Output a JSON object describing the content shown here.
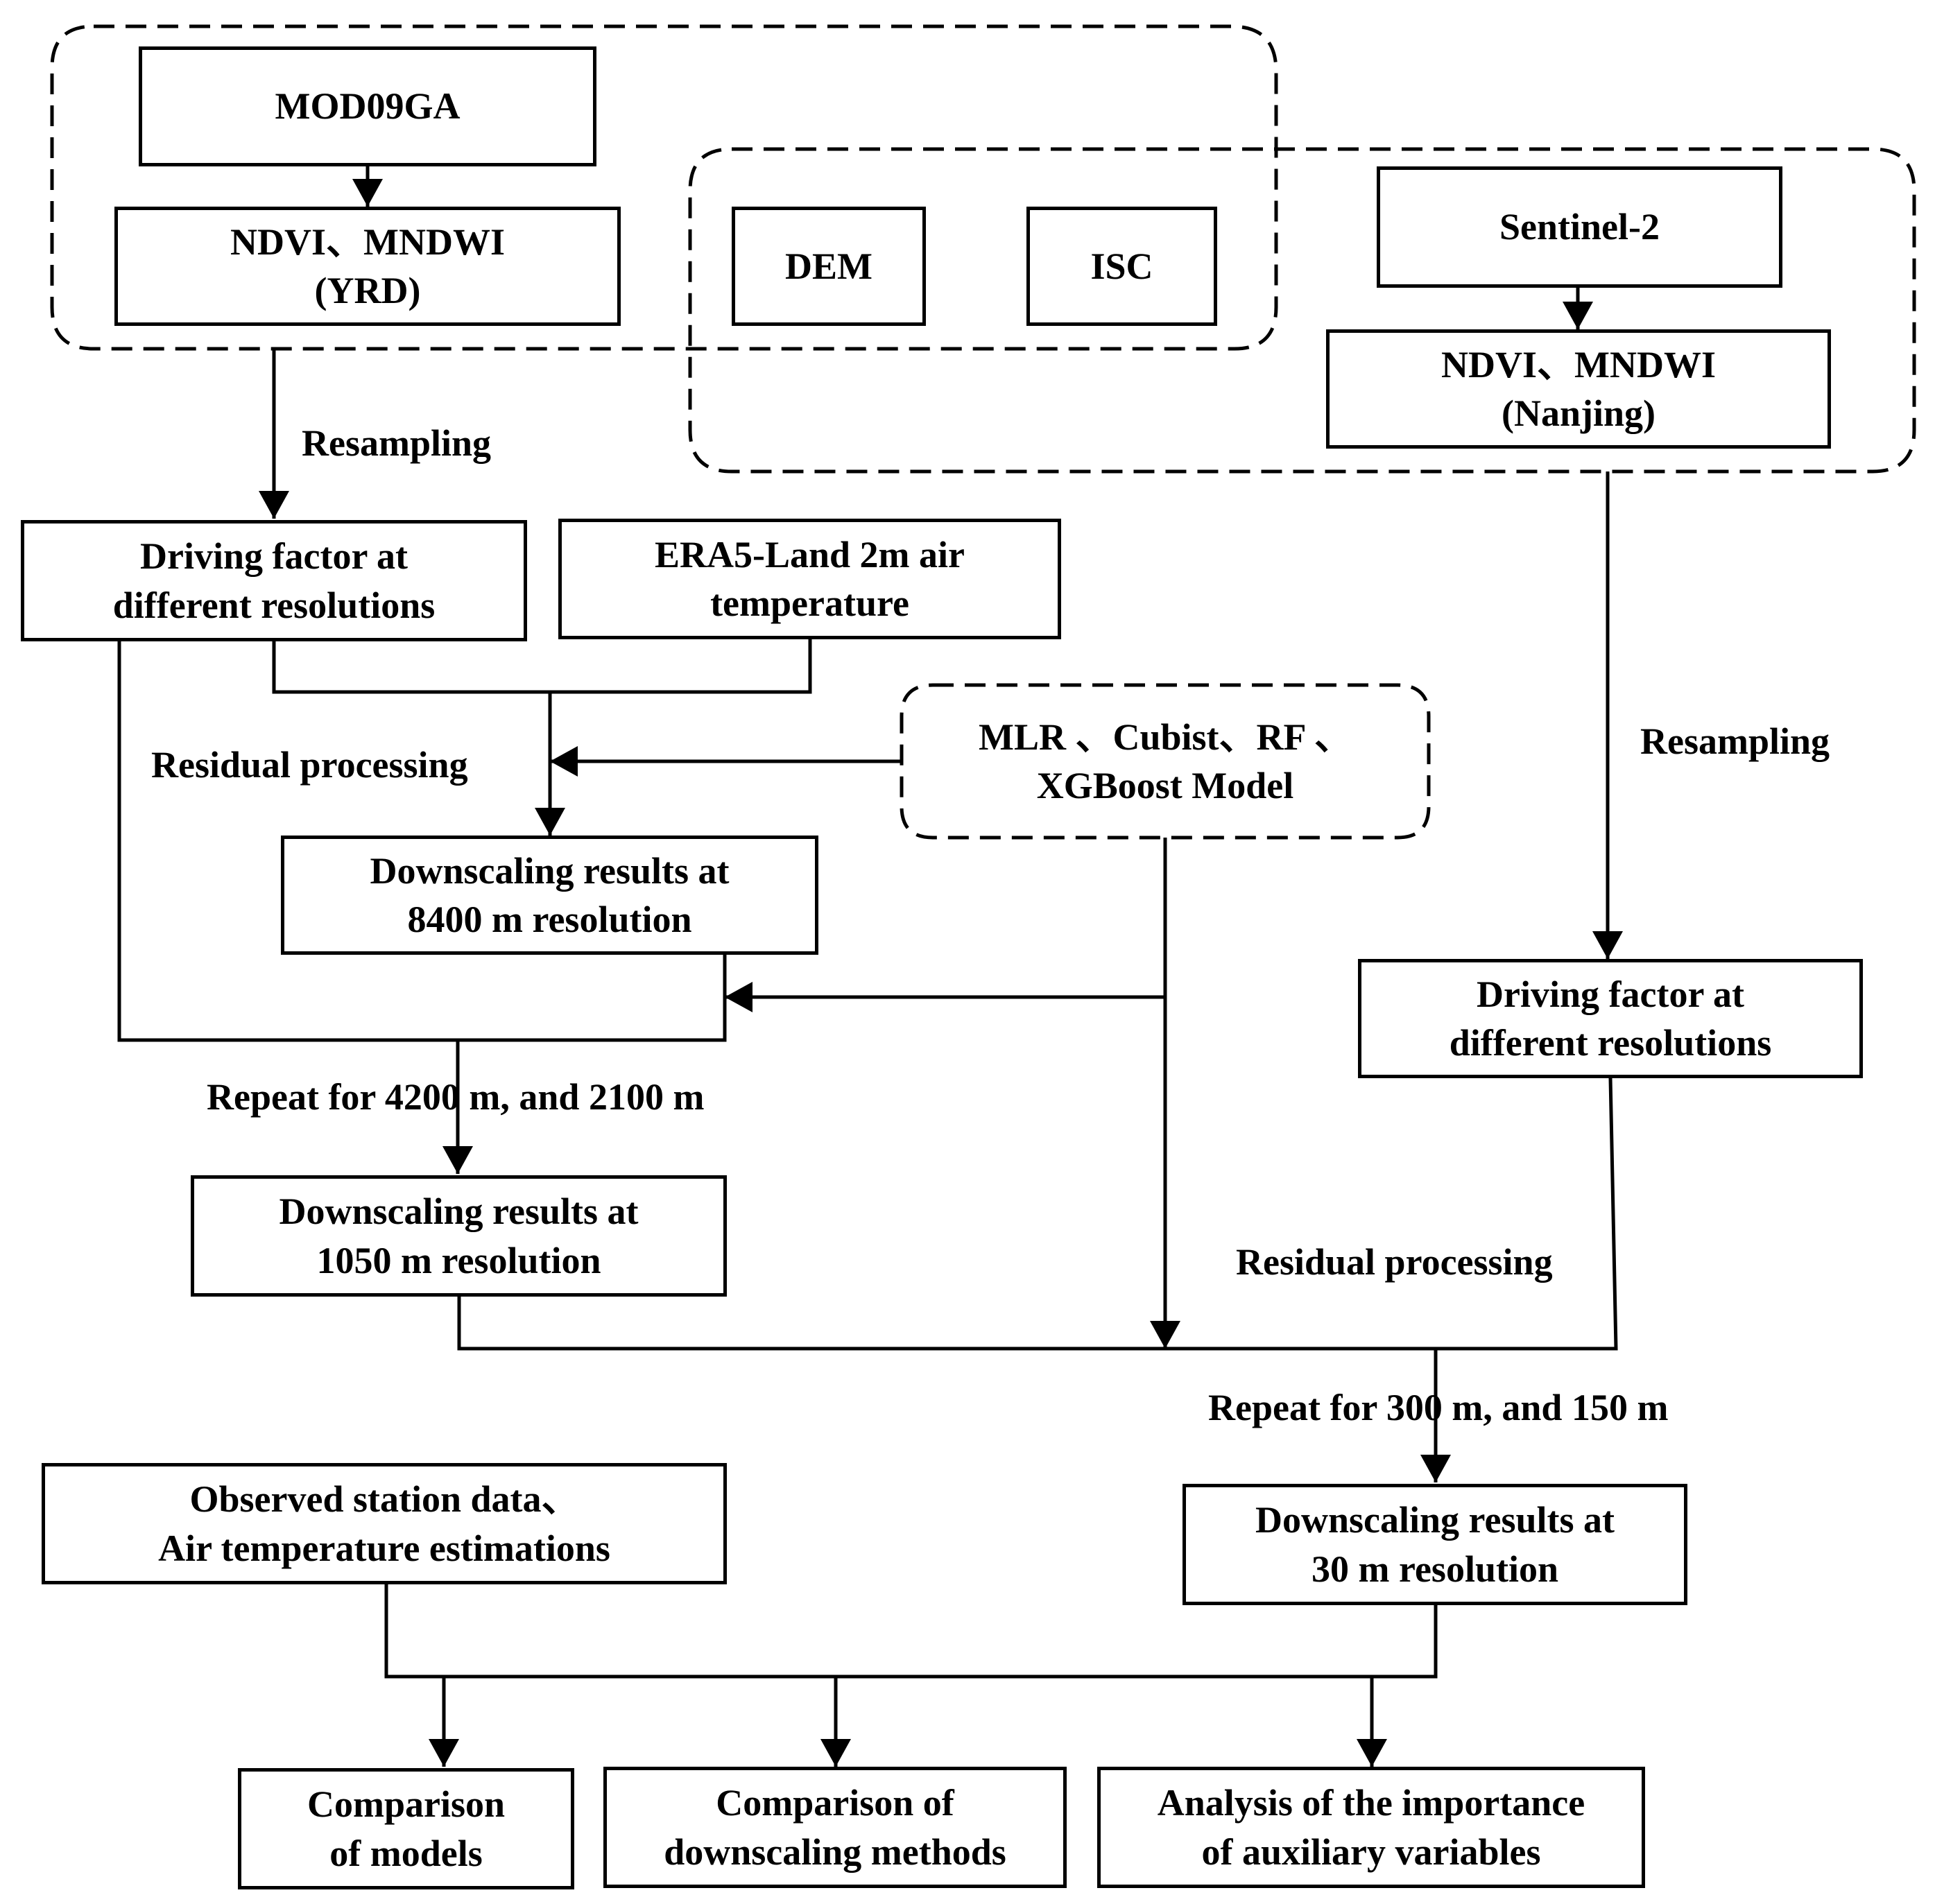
{
  "nodes": {
    "mod09ga": "MOD09GA",
    "ndvi_yrd_line1": "NDVI、MNDWI",
    "ndvi_yrd_line2": "(YRD)",
    "dem": "DEM",
    "isc": "ISC",
    "sentinel2": "Sentinel-2",
    "ndvi_nanjing_line1": "NDVI、MNDWI",
    "ndvi_nanjing_line2": "(Nanjing)",
    "driving_left_line1": "Driving factor at",
    "driving_left_line2": "different resolutions",
    "era5_line1": "ERA5-Land 2m air",
    "era5_line2": "temperature",
    "models_line1": "MLR 、Cubist、RF 、",
    "models_line2": "XGBoost  Model",
    "ds8400_line1": "Downscaling results at",
    "ds8400_line2": "8400 m resolution",
    "driving_right_line1": "Driving factor at",
    "driving_right_line2": "different resolutions",
    "ds1050_line1": "Downscaling results at",
    "ds1050_line2": "1050 m resolution",
    "observed_line1": "Observed station data、",
    "observed_line2": "Air temperature estimations",
    "ds30_line1": "Downscaling results at",
    "ds30_line2": "30 m resolution",
    "cmp_models_line1": "Comparison",
    "cmp_models_line2": "of models",
    "cmp_methods_line1": "Comparison of",
    "cmp_methods_line2": "downscaling methods",
    "analysis_line1": "Analysis of the importance",
    "analysis_line2": "of auxiliary variables"
  },
  "labels": {
    "resampling_left": "Resampling",
    "resampling_right": "Resampling",
    "residual_left": "Residual processing",
    "residual_right": "Residual processing",
    "repeat_4200": "Repeat for 4200 m, and 2100 m",
    "repeat_300": "Repeat for 300 m, and 150 m"
  }
}
